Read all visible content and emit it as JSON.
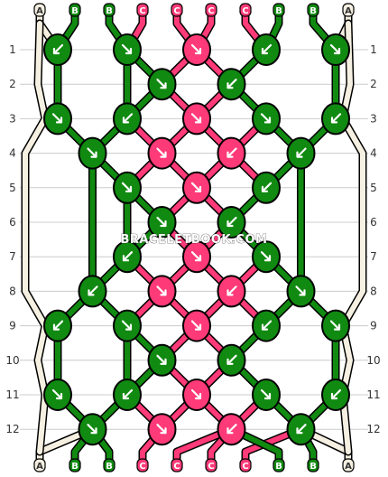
{
  "site_watermark": "BRACELETBOOK.COM",
  "row_labels": [
    "1",
    "2",
    "3",
    "4",
    "5",
    "6",
    "7",
    "8",
    "9",
    "10",
    "11",
    "12"
  ],
  "top_strings": [
    "A",
    "B",
    "B",
    "C",
    "C",
    "C",
    "C",
    "B",
    "B",
    "A"
  ],
  "bottom_strings": [
    "A",
    "B",
    "B",
    "C",
    "C",
    "C",
    "C",
    "B",
    "B",
    "A"
  ],
  "colors": {
    "A": "#f5f0e1",
    "B": "#118a11",
    "C": "#ff3a78",
    "guide": "#cccccc",
    "outline": "#000000"
  },
  "knots": [
    {
      "row": 1,
      "col": 0,
      "color": "B",
      "dir": "bl"
    },
    {
      "row": 1,
      "col": 2,
      "color": "B",
      "dir": "br"
    },
    {
      "row": 1,
      "col": 4,
      "color": "C",
      "dir": "br"
    },
    {
      "row": 1,
      "col": 6,
      "color": "B",
      "dir": "bl"
    },
    {
      "row": 1,
      "col": 8,
      "color": "B",
      "dir": "br"
    },
    {
      "row": 2,
      "col": 3,
      "color": "B",
      "dir": "br"
    },
    {
      "row": 2,
      "col": 5,
      "color": "B",
      "dir": "bl"
    },
    {
      "row": 3,
      "col": 0,
      "color": "B",
      "dir": "br"
    },
    {
      "row": 3,
      "col": 2,
      "color": "B",
      "dir": "bl"
    },
    {
      "row": 3,
      "col": 4,
      "color": "C",
      "dir": "br"
    },
    {
      "row": 3,
      "col": 6,
      "color": "B",
      "dir": "br"
    },
    {
      "row": 3,
      "col": 8,
      "color": "B",
      "dir": "bl"
    },
    {
      "row": 4,
      "col": 1,
      "color": "B",
      "dir": "br"
    },
    {
      "row": 4,
      "col": 3,
      "color": "C",
      "dir": "br"
    },
    {
      "row": 4,
      "col": 5,
      "color": "C",
      "dir": "bl"
    },
    {
      "row": 4,
      "col": 7,
      "color": "B",
      "dir": "bl"
    },
    {
      "row": 5,
      "col": 2,
      "color": "B",
      "dir": "br"
    },
    {
      "row": 5,
      "col": 4,
      "color": "C",
      "dir": "br"
    },
    {
      "row": 5,
      "col": 6,
      "color": "B",
      "dir": "bl"
    },
    {
      "row": 6,
      "col": 3,
      "color": "B",
      "dir": "br"
    },
    {
      "row": 6,
      "col": 5,
      "color": "B",
      "dir": "bl"
    },
    {
      "row": 7,
      "col": 2,
      "color": "B",
      "dir": "bl"
    },
    {
      "row": 7,
      "col": 4,
      "color": "C",
      "dir": "br"
    },
    {
      "row": 7,
      "col": 6,
      "color": "B",
      "dir": "br"
    },
    {
      "row": 8,
      "col": 1,
      "color": "B",
      "dir": "bl"
    },
    {
      "row": 8,
      "col": 3,
      "color": "C",
      "dir": "br"
    },
    {
      "row": 8,
      "col": 5,
      "color": "C",
      "dir": "bl"
    },
    {
      "row": 8,
      "col": 7,
      "color": "B",
      "dir": "br"
    },
    {
      "row": 9,
      "col": 0,
      "color": "B",
      "dir": "bl"
    },
    {
      "row": 9,
      "col": 2,
      "color": "B",
      "dir": "br"
    },
    {
      "row": 9,
      "col": 4,
      "color": "C",
      "dir": "br"
    },
    {
      "row": 9,
      "col": 6,
      "color": "B",
      "dir": "bl"
    },
    {
      "row": 9,
      "col": 8,
      "color": "B",
      "dir": "br"
    },
    {
      "row": 10,
      "col": 3,
      "color": "B",
      "dir": "br"
    },
    {
      "row": 10,
      "col": 5,
      "color": "B",
      "dir": "bl"
    },
    {
      "row": 11,
      "col": 0,
      "color": "B",
      "dir": "br"
    },
    {
      "row": 11,
      "col": 2,
      "color": "B",
      "dir": "bl"
    },
    {
      "row": 11,
      "col": 4,
      "color": "C",
      "dir": "br"
    },
    {
      "row": 11,
      "col": 6,
      "color": "B",
      "dir": "br"
    },
    {
      "row": 11,
      "col": 8,
      "color": "B",
      "dir": "bl"
    },
    {
      "row": 12,
      "col": 1,
      "color": "B",
      "dir": "br"
    },
    {
      "row": 12,
      "col": 3,
      "color": "C",
      "dir": "br"
    },
    {
      "row": 12,
      "col": 5,
      "color": "C",
      "dir": "bl"
    },
    {
      "row": 12,
      "col": 7,
      "color": "B",
      "dir": "bl"
    }
  ]
}
